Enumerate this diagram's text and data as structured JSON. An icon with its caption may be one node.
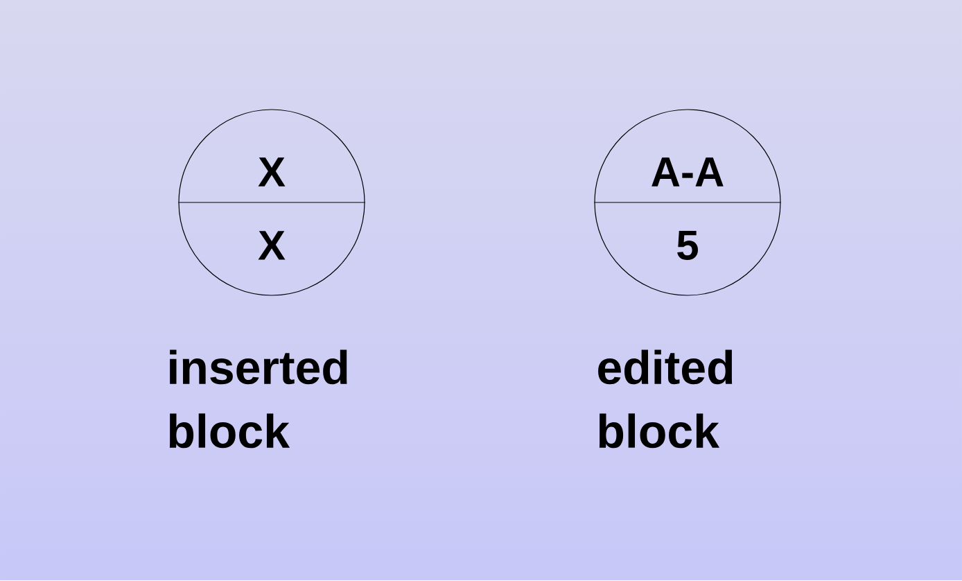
{
  "diagram": {
    "nodes": [
      {
        "text": [
          "X",
          "X"
        ],
        "beside": [
          "inserted block"
        ]
      },
      {
        "text": [
          "A-A",
          "5"
        ],
        "beside": [
          "edited block"
        ]
      }
    ]
  }
}
